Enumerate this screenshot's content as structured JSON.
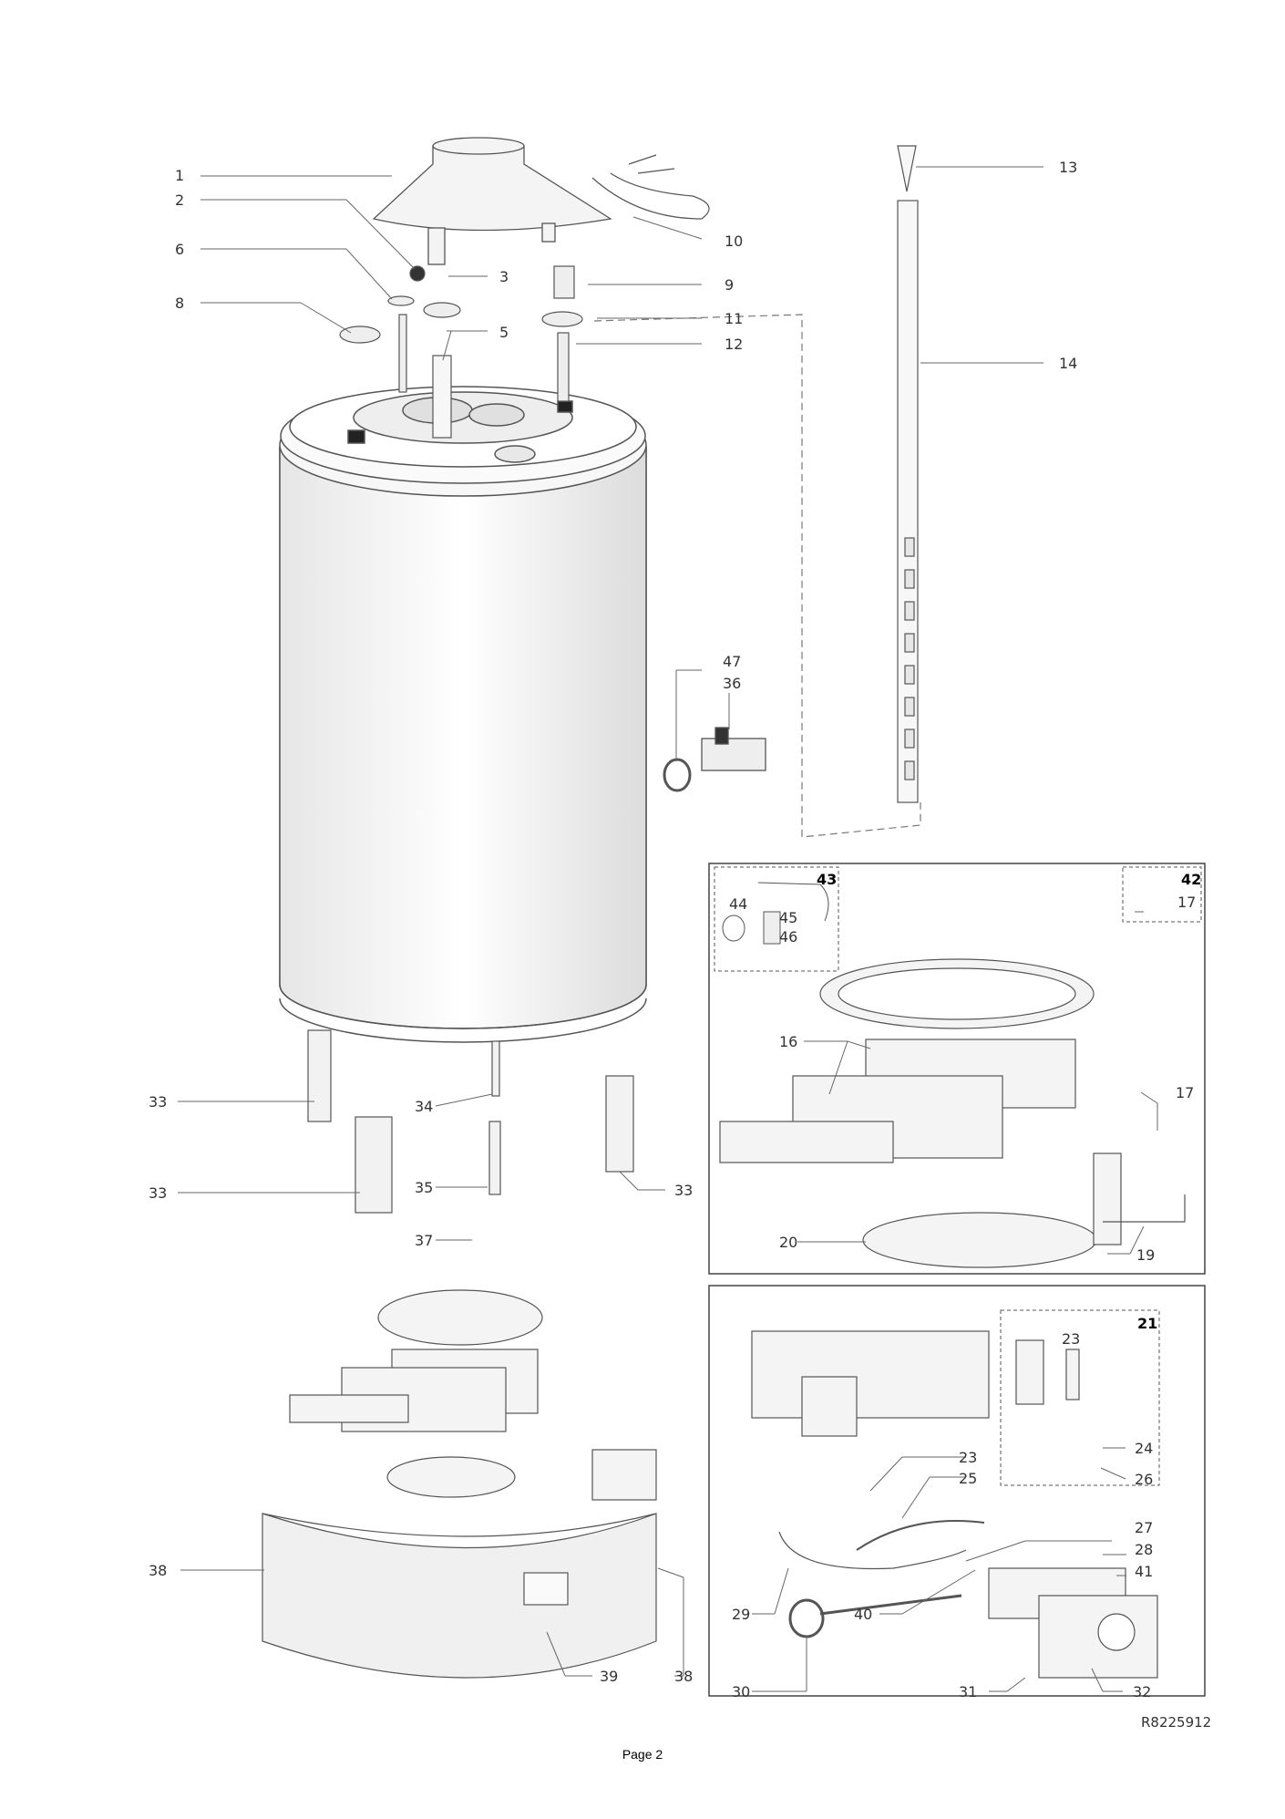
{
  "labels": {
    "l1": "1",
    "l2": "2",
    "l3": "3",
    "l5": "5",
    "l6": "6",
    "l8": "8",
    "l9": "9",
    "l10": "10",
    "l11": "11",
    "l12": "12",
    "l13": "13",
    "l14": "14",
    "l16": "16",
    "l17a": "17",
    "l17b": "17",
    "l19": "19",
    "l20": "20",
    "l21": "21",
    "l23a": "23",
    "l23b": "23",
    "l24": "24",
    "l25": "25",
    "l26": "26",
    "l27": "27",
    "l28": "28",
    "l29": "29",
    "l30": "30",
    "l31": "31",
    "l32": "32",
    "l33a": "33",
    "l33b": "33",
    "l33c": "33",
    "l34": "34",
    "l35": "35",
    "l36": "36",
    "l37": "37",
    "l38a": "38",
    "l38b": "38",
    "l39": "39",
    "l40": "40",
    "l41": "41",
    "l42": "42",
    "l43": "43",
    "l44": "44",
    "l45": "45",
    "l46": "46",
    "l47": "47"
  },
  "reference": "R8225912",
  "page_label": "Page 2",
  "colors": {
    "line": "#555555",
    "part_fill": "#f2f2f2",
    "dark": "#222222"
  }
}
